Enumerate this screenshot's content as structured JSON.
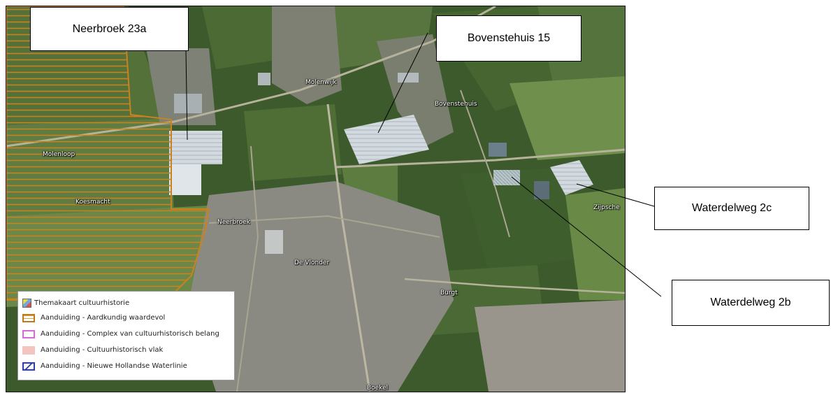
{
  "map": {
    "place_labels": [
      {
        "id": "molenwijk",
        "text": "Molenwijk"
      },
      {
        "id": "bovenstehuis",
        "text": "Bovenstehuis"
      },
      {
        "id": "molenloop",
        "text": "Molenloop"
      },
      {
        "id": "koesmacht",
        "text": "Koesmacht"
      },
      {
        "id": "neerbroek",
        "text": "Neerbroek"
      },
      {
        "id": "de-vlonder",
        "text": "De Vlonder"
      },
      {
        "id": "burgt",
        "text": "Burgt"
      },
      {
        "id": "zijpsche",
        "text": "Zijpsche"
      },
      {
        "id": "boekel",
        "text": "Boekel"
      }
    ]
  },
  "callouts": [
    {
      "id": "neerbroek-23a",
      "text": "Neerbroek 23a"
    },
    {
      "id": "bovenstehuis-15",
      "text": "Bovenstehuis 15"
    },
    {
      "id": "waterdelweg-2c",
      "text": "Waterdelweg 2c"
    },
    {
      "id": "waterdelweg-2b",
      "text": "Waterdelweg 2b"
    }
  ],
  "legend": {
    "title": "Themakaart cultuurhistorie",
    "items": [
      {
        "label": "Aanduiding - Aardkundig waardevol",
        "swatch": "aardkundig",
        "color": "#c07a18"
      },
      {
        "label": "Aanduiding - Complex van cultuurhistorisch belang",
        "swatch": "complex",
        "color": "#d66ad6"
      },
      {
        "label": "Aanduiding - Cultuurhistorisch vlak",
        "swatch": "vlak",
        "color": "#f4c4c0"
      },
      {
        "label": "Aanduiding - Nieuwe Hollandse Waterlinie",
        "swatch": "nhw",
        "color": "#2b3fa8"
      }
    ]
  },
  "colors": {
    "imagery_base": "#3d5a2c",
    "field_light": "#6d8a4a",
    "urban": "#8a8a82",
    "greenhouse": "#d6dde2",
    "hatch_orange": "#c9821e"
  }
}
